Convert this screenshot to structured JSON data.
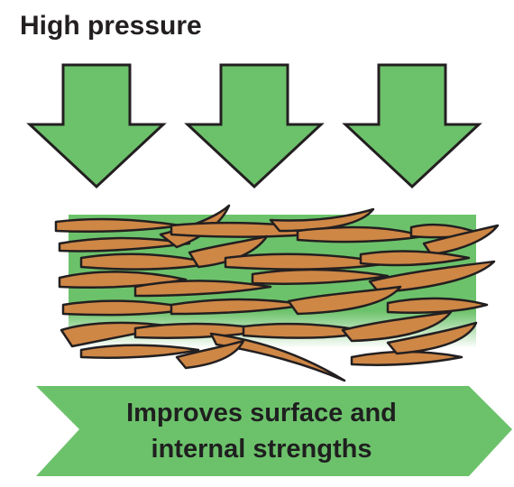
{
  "title": "High pressure",
  "banner": {
    "line1": "Improves surface and",
    "line2": "internal strengths"
  },
  "colors": {
    "green": "#6cc26b",
    "fiber": "#cf8746",
    "outline": "#231f20",
    "text": "#1f1f1f"
  },
  "icons": [
    "down-arrow-icon",
    "down-arrow-icon",
    "down-arrow-icon",
    "right-chevron-banner"
  ]
}
